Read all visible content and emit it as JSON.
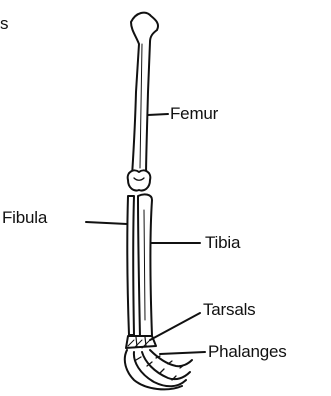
{
  "labels": {
    "corner_fragment": "s",
    "femur": "Femur",
    "fibula": "Fibula",
    "tibia": "Tibia",
    "tarsals": "Tarsals",
    "phalanges": "Phalanges"
  },
  "colors": {
    "ink": "#111111",
    "background": "#ffffff"
  }
}
